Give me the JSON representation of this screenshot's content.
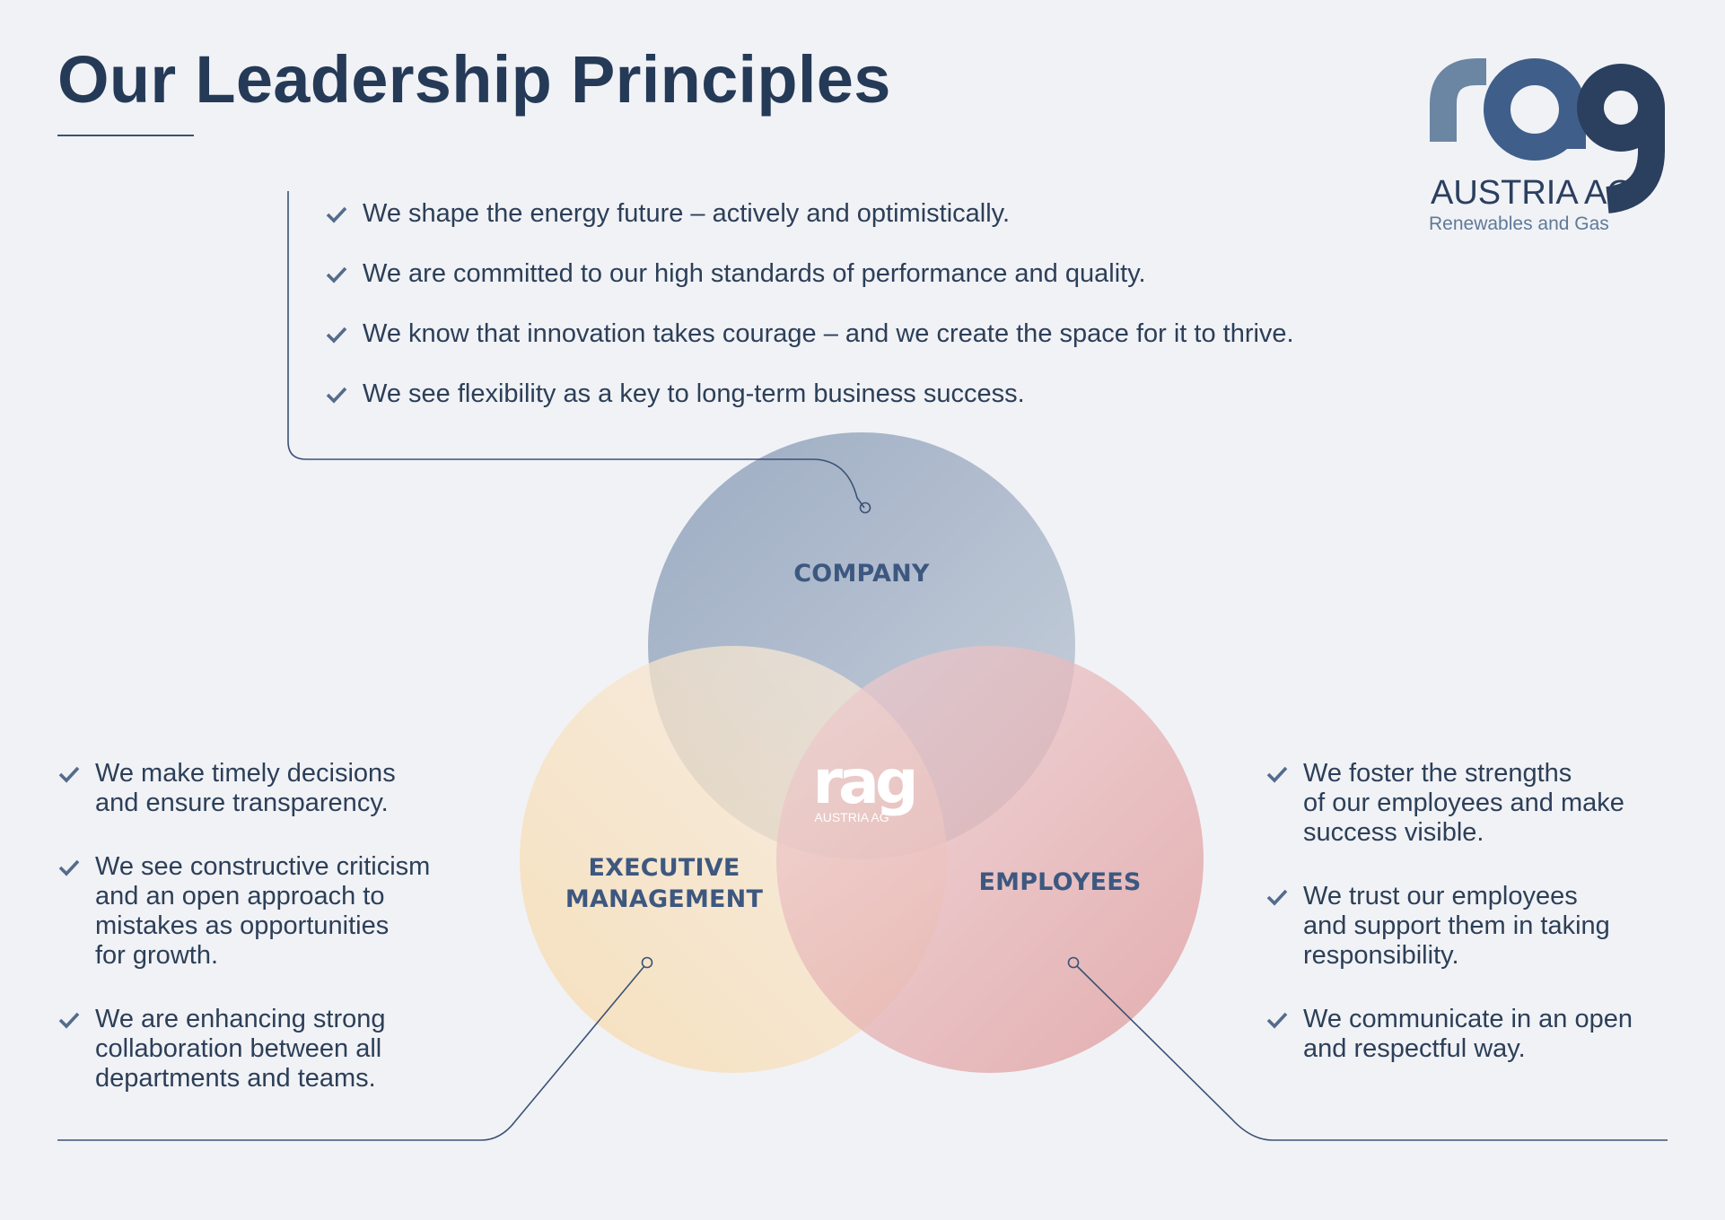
{
  "title": "Our Leadership Principles",
  "logo": {
    "wordmark": "rag",
    "company": "AUSTRIA AG",
    "tagline": "Renewables and Gas",
    "colors": [
      "#6a86a3",
      "#3f5f8a",
      "#2b3f5f"
    ]
  },
  "center_logo": {
    "wordmark": "rag",
    "company": "AUSTRIA AG"
  },
  "venn": {
    "company_label": "COMPANY",
    "executive_label_line1": "EXECUTIVE",
    "executive_label_line2": "MANAGEMENT",
    "employees_label": "EMPLOYEES",
    "colors": {
      "company": "#95a6bf",
      "executive": "#f7dba9",
      "employees": "#e39a9c",
      "text": "#3d5880",
      "lines": "#3b5274"
    }
  },
  "company_principles": [
    "We shape the energy future – actively and optimistically.",
    "We are committed to our high standards of performance and quality.",
    "We know that innovation takes courage – and we create the space for it to thrive.",
    "We see flexibility as a key to long-term business success."
  ],
  "executive_principles": [
    {
      "line1": "We make timely decisions",
      "line2": "and ensure transparency."
    },
    {
      "line1": "We see constructive criticism",
      "line2": "and an open approach to",
      "line3": "mistakes as opportunities",
      "line4": "for growth."
    },
    {
      "line1": "We are enhancing strong",
      "line2": "collaboration between all",
      "line3": "departments and teams."
    }
  ],
  "employee_principles": [
    {
      "line1": "We foster the strengths",
      "line2": "of our employees and make",
      "line3": "success visible."
    },
    {
      "line1": "We trust our employees",
      "line2": "and support them in taking",
      "line3": "responsibility."
    },
    {
      "line1": "We communicate in an open",
      "line2": "and respectful way."
    }
  ],
  "icons": {
    "bullet": "check-icon",
    "logo": "rag-logo",
    "connector_end": "circle-marker"
  }
}
